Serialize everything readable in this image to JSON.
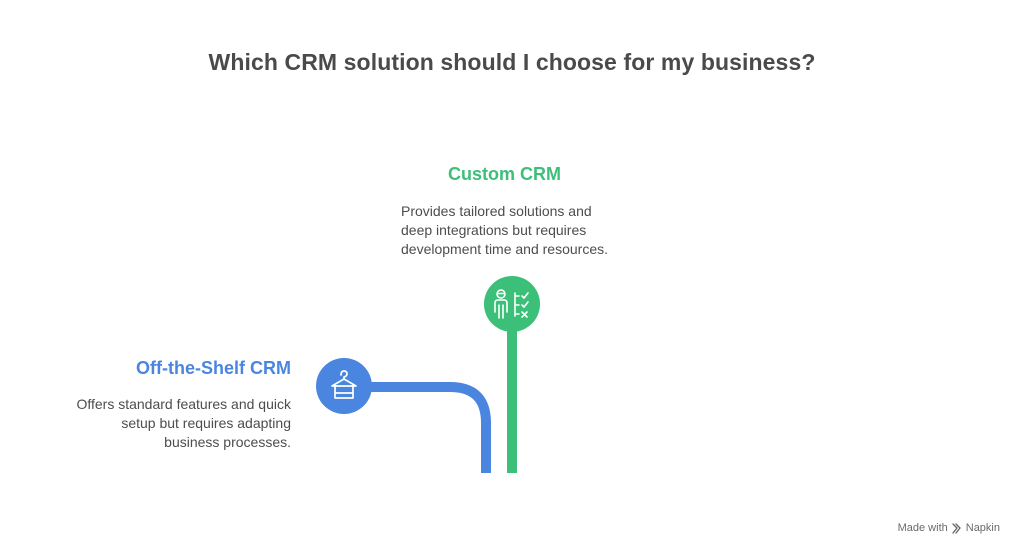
{
  "title": "Which CRM solution should I choose for my business?",
  "options": {
    "custom": {
      "heading": "Custom CRM",
      "description_lines": [
        "Provides tailored solutions and",
        "deep integrations but requires",
        "development time and resources."
      ],
      "color": "#3cbf78",
      "icon": "person-checklist-icon"
    },
    "shelf": {
      "heading": "Off-the-Shelf CRM",
      "description_lines": [
        "Offers standard features and quick",
        "setup but requires adapting",
        "business processes."
      ],
      "color": "#4a86e0",
      "icon": "hanger-icon"
    }
  },
  "footer": {
    "made_with": "Made with",
    "brand": "Napkin"
  }
}
